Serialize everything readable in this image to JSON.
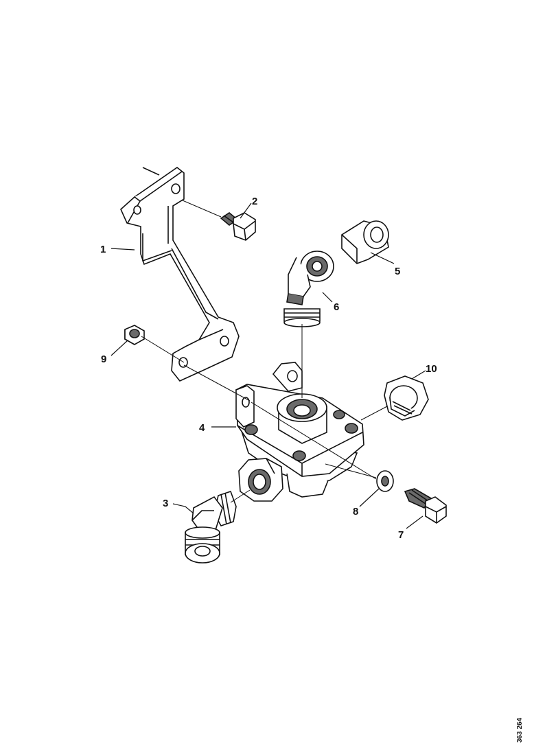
{
  "callouts": {
    "c1": "1",
    "c2": "2",
    "c3": "3",
    "c4": "4",
    "c5": "5",
    "c6": "6",
    "c7": "7",
    "c8": "8",
    "c9": "9",
    "c10": "10"
  },
  "reference_code": "363 264",
  "parts": {
    "p1": "bracket",
    "p2": "hex-bolt",
    "p3": "elbow-fitting",
    "p4": "valve-body",
    "p5": "cap",
    "p6": "elbow-fitting",
    "p7": "hex-bolt",
    "p8": "washer",
    "p9": "nut",
    "p10": "plug"
  },
  "colors": {
    "line": "#111111",
    "background": "#ffffff"
  }
}
